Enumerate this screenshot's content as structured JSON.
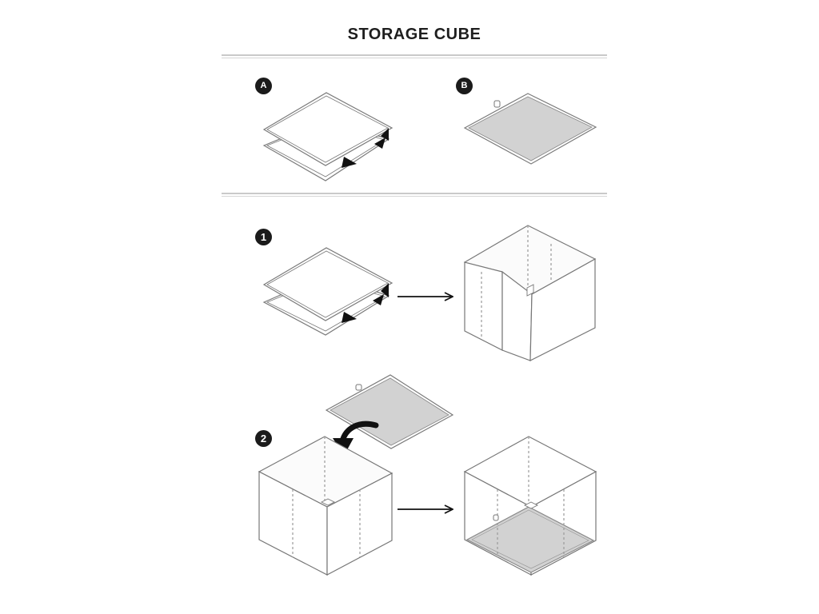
{
  "title": "STORAGE CUBE",
  "labels": {
    "part_a": "A",
    "part_b": "B",
    "step_1": "1",
    "step_2": "2"
  },
  "colors": {
    "line": "#6f6f6f",
    "dark_line": "#111111",
    "base_fill": "#d2d2d2",
    "paper": "#ffffff",
    "badge": "#1b1b1b"
  }
}
